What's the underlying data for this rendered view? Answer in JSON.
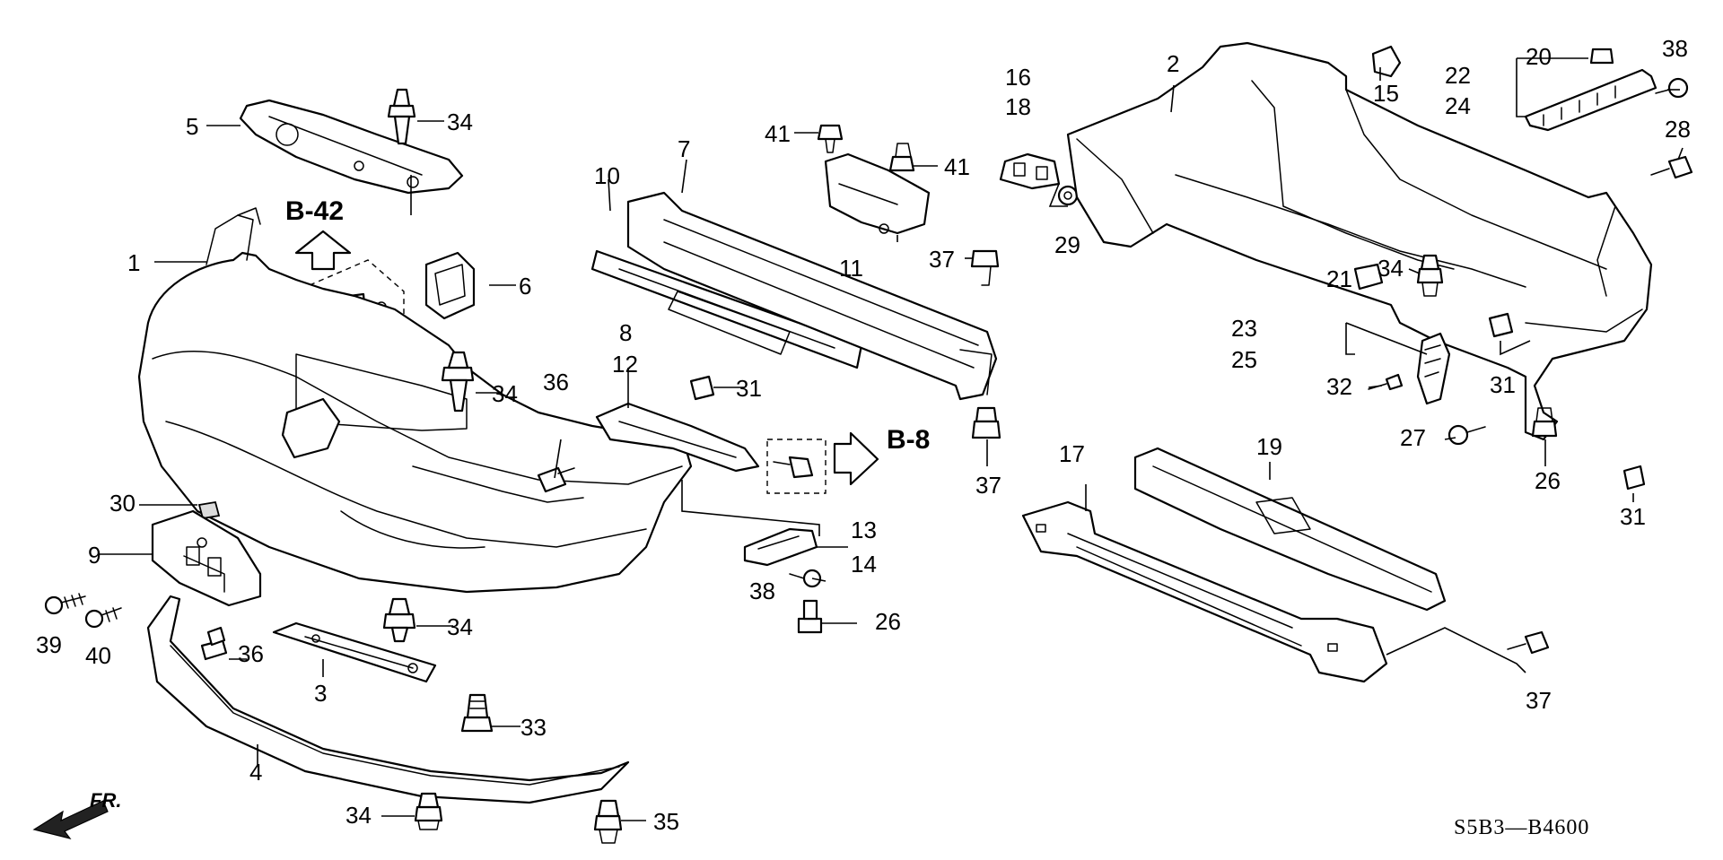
{
  "diagram": {
    "diagram_code": "S5B3—B4600",
    "front_arrow_label": "FR.",
    "refs": {
      "ref_b42": "B-42",
      "ref_b8": "B-8"
    },
    "part_labels": [
      {
        "id": "p1",
        "text": "1"
      },
      {
        "id": "p2",
        "text": "2"
      },
      {
        "id": "p3",
        "text": "3"
      },
      {
        "id": "p4",
        "text": "4"
      },
      {
        "id": "p5",
        "text": "5"
      },
      {
        "id": "p6",
        "text": "6"
      },
      {
        "id": "p7",
        "text": "7"
      },
      {
        "id": "p8",
        "text": "8"
      },
      {
        "id": "p9",
        "text": "9"
      },
      {
        "id": "p10",
        "text": "10"
      },
      {
        "id": "p11",
        "text": "11"
      },
      {
        "id": "p12",
        "text": "12"
      },
      {
        "id": "p13",
        "text": "13"
      },
      {
        "id": "p14",
        "text": "14"
      },
      {
        "id": "p15",
        "text": "15"
      },
      {
        "id": "p16",
        "text": "16"
      },
      {
        "id": "p17",
        "text": "17"
      },
      {
        "id": "p18",
        "text": "18"
      },
      {
        "id": "p19",
        "text": "19"
      },
      {
        "id": "p20",
        "text": "20"
      },
      {
        "id": "p21",
        "text": "21"
      },
      {
        "id": "p22",
        "text": "22"
      },
      {
        "id": "p23",
        "text": "23"
      },
      {
        "id": "p24",
        "text": "24"
      },
      {
        "id": "p25",
        "text": "25"
      },
      {
        "id": "p26a",
        "text": "26"
      },
      {
        "id": "p26b",
        "text": "26"
      },
      {
        "id": "p27",
        "text": "27"
      },
      {
        "id": "p28",
        "text": "28"
      },
      {
        "id": "p29",
        "text": "29"
      },
      {
        "id": "p30",
        "text": "30"
      },
      {
        "id": "p31a",
        "text": "31"
      },
      {
        "id": "p31b",
        "text": "31"
      },
      {
        "id": "p31c",
        "text": "31"
      },
      {
        "id": "p32",
        "text": "32"
      },
      {
        "id": "p33",
        "text": "33"
      },
      {
        "id": "p34a",
        "text": "34"
      },
      {
        "id": "p34b",
        "text": "34"
      },
      {
        "id": "p34c",
        "text": "34"
      },
      {
        "id": "p34d",
        "text": "34"
      },
      {
        "id": "p34e",
        "text": "34"
      },
      {
        "id": "p35",
        "text": "35"
      },
      {
        "id": "p36a",
        "text": "36"
      },
      {
        "id": "p36b",
        "text": "36"
      },
      {
        "id": "p37a",
        "text": "37"
      },
      {
        "id": "p37b",
        "text": "37"
      },
      {
        "id": "p37c",
        "text": "37"
      },
      {
        "id": "p38a",
        "text": "38"
      },
      {
        "id": "p38b",
        "text": "38"
      },
      {
        "id": "p39",
        "text": "39"
      },
      {
        "id": "p40",
        "text": "40"
      },
      {
        "id": "p41a",
        "text": "41"
      },
      {
        "id": "p41b",
        "text": "41"
      }
    ]
  }
}
